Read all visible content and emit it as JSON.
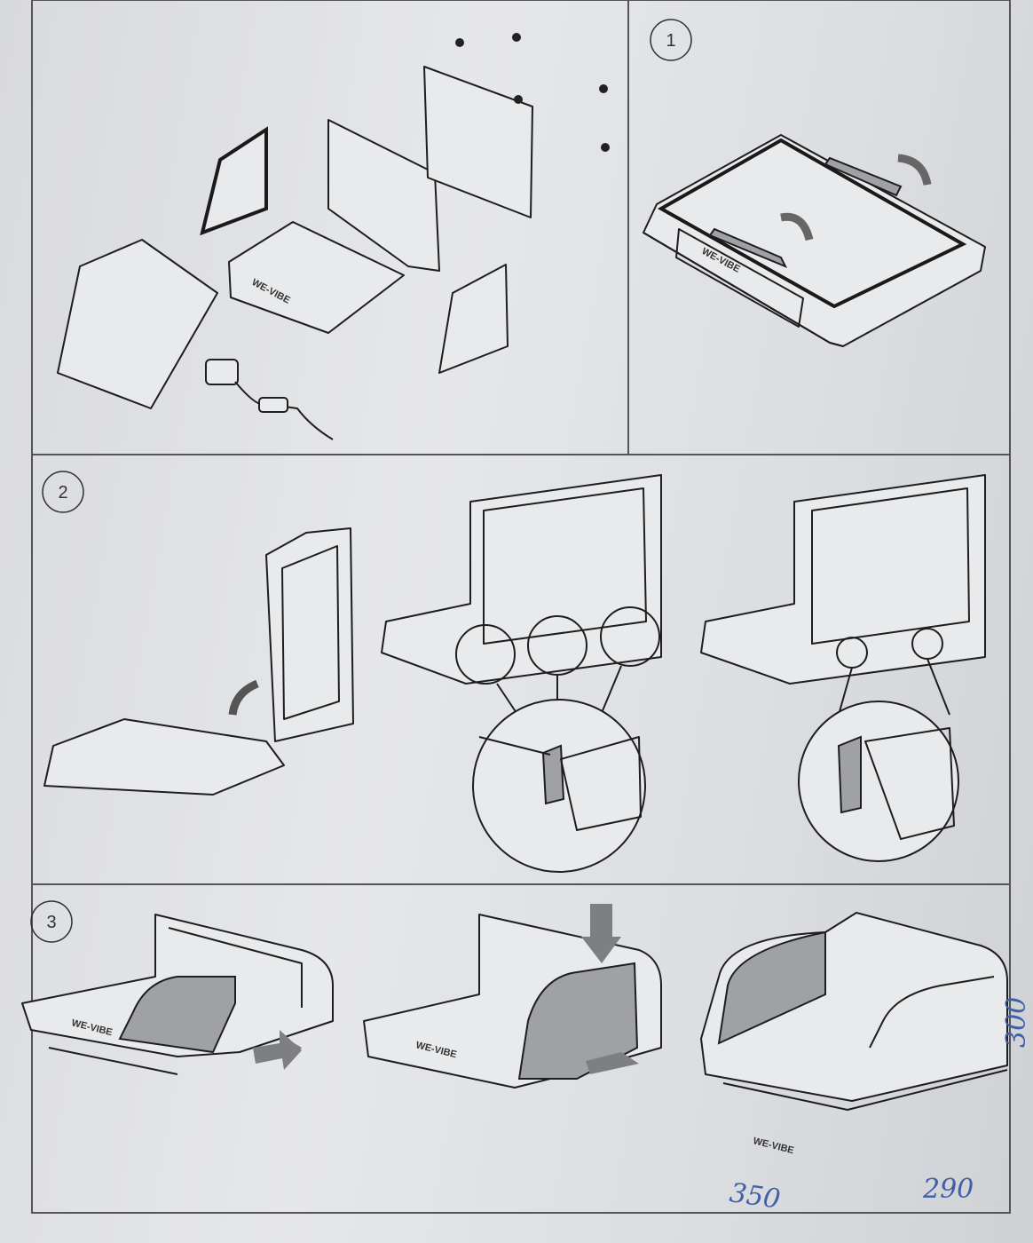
{
  "steps": [
    {
      "number": "1"
    },
    {
      "number": "2"
    },
    {
      "number": "3"
    }
  ],
  "logo_text": "WE-VIBE",
  "handwritten": {
    "width": "350",
    "depth": "290",
    "height": "300"
  },
  "colors": {
    "line": "#1e1e1e",
    "panel_fill": "#9fa1a4",
    "ink": "#3f5fa8"
  }
}
